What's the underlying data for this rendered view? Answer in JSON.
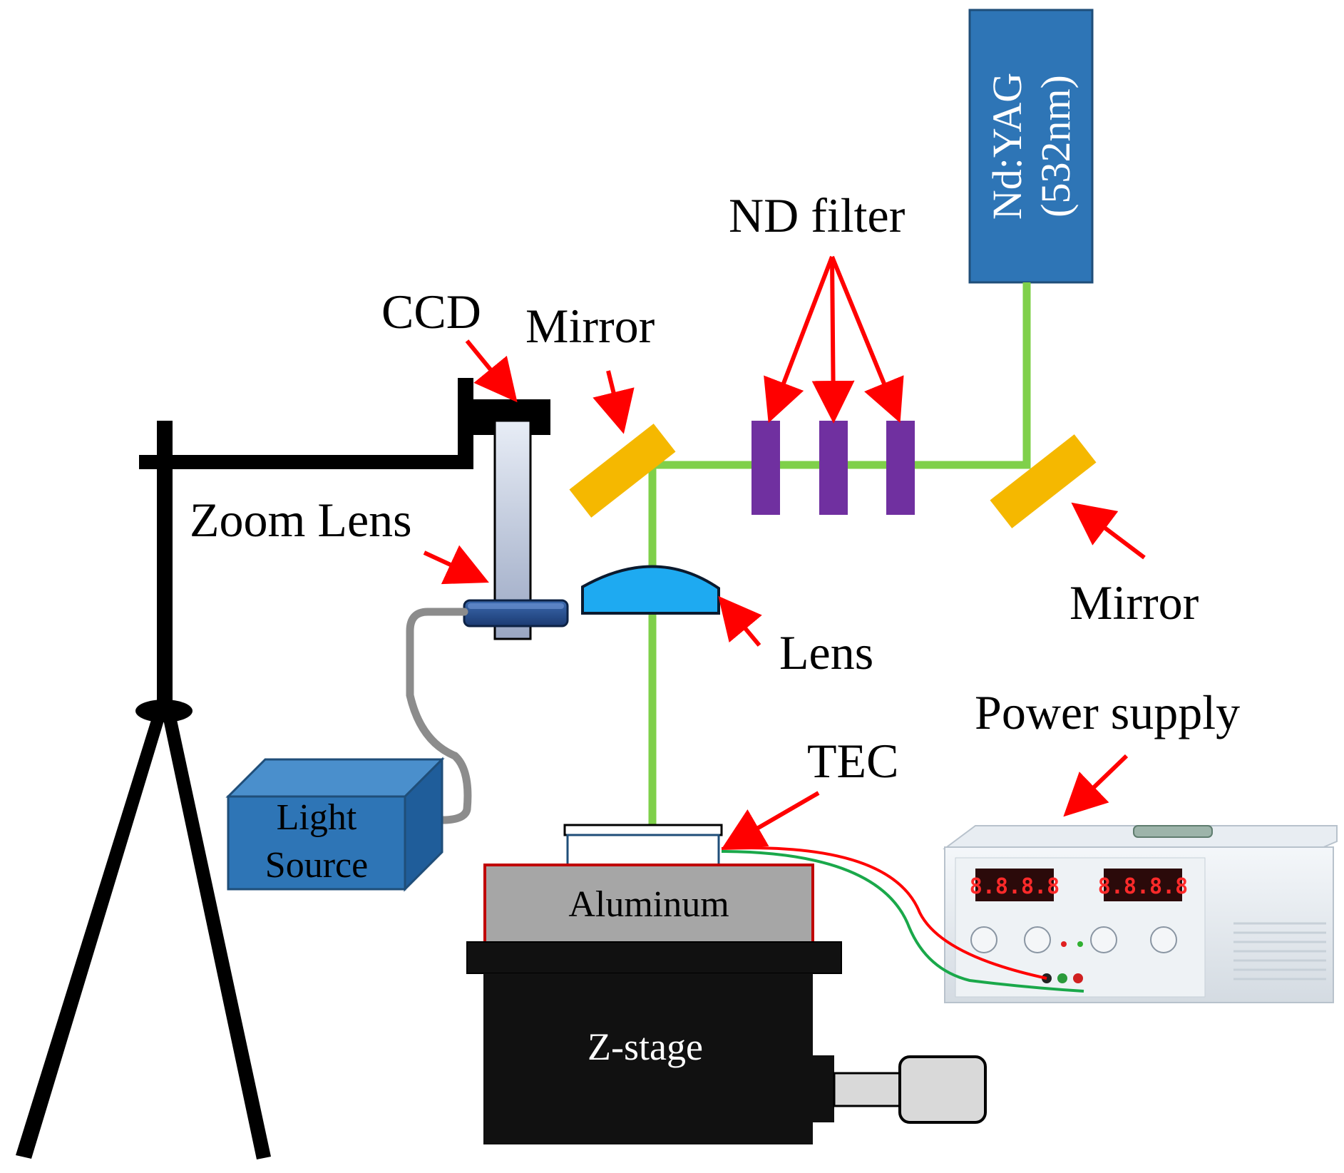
{
  "labels": {
    "laser_line1": "Nd:YAG",
    "laser_line2": "(532nm)",
    "nd_filter": "ND filter",
    "ccd": "CCD",
    "mirror_left": "Mirror",
    "mirror_right": "Mirror",
    "zoom_lens": "Zoom Lens",
    "lens": "Lens",
    "light_source_line1": "Light",
    "light_source_line2": "Source",
    "power_supply": "Power supply",
    "tec": "TEC",
    "aluminum": "Aluminum",
    "z_stage": "Z-stage"
  },
  "power_supply_display": {
    "left_readout": "8.8.8.8",
    "right_readout": "8.8.8.8"
  },
  "colors": {
    "laser_box": "#2e75b6",
    "beam": "#7fd04a",
    "mirror": "#f5b800",
    "nd_filter": "#7030a0",
    "lens": "#1eaaf1",
    "arrow": "#ff0000",
    "light_source": "#2e75b6",
    "aluminum_fill": "#a6a6a6",
    "aluminum_border": "#c00000",
    "stage": "#111111"
  }
}
